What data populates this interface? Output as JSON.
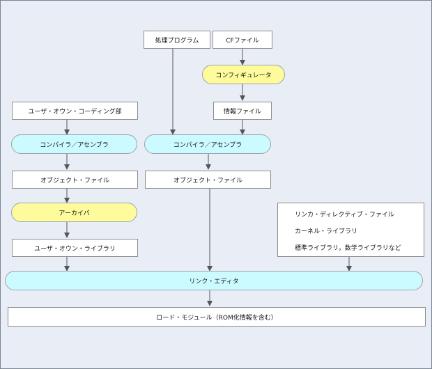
{
  "nodes": {
    "processing_program": "処理プログラム",
    "cf_file": "CFファイル",
    "configurator": "コンフィギュレータ",
    "info_file": "情報ファイル",
    "user_own_coding": "ユーザ・オウン・コーディング部",
    "compiler_assembler_left": "コンパイラ／アセンブラ",
    "compiler_assembler_mid": "コンパイラ／アセンブラ",
    "object_file_left": "オブジェクト・ファイル",
    "object_file_mid": "オブジェクト・ファイル",
    "archiver": "アーカイバ",
    "user_own_library": "ユーザ・オウン・ライブラリ",
    "libraries": {
      "line1": "リンカ・ディレクティブ・ファイル",
      "line2": "カーネル・ライブラリ",
      "line3": "標準ライブラリ，数学ライブラリなど"
    },
    "link_editor": "リンク・エディタ",
    "load_module": "ロード・モジュール（ROM化情報を含む）"
  },
  "colors": {
    "background": "#e9eef6",
    "tool_blue": "#ccfbff",
    "tool_yellow": "#fdfb9c",
    "arrow": "#555555"
  }
}
